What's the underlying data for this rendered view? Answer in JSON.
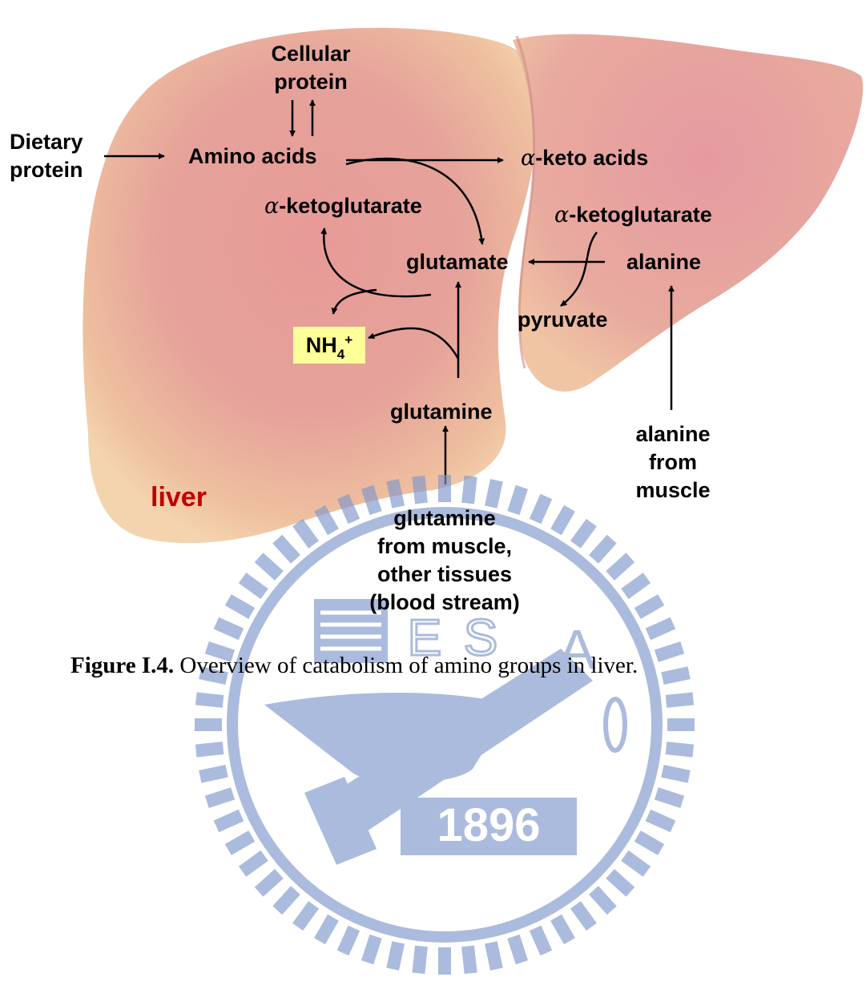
{
  "diagram": {
    "dietary_protein": "Dietary\nprotein",
    "cellular_protein": "Cellular\nprotein",
    "amino_acids": "Amino acids",
    "keto_acids": {
      "symbol": "α",
      "text": "-keto acids"
    },
    "akg_left": {
      "symbol": "α",
      "text": "-ketoglutarate"
    },
    "akg_right": {
      "symbol": "α",
      "text": "-ketoglutarate"
    },
    "glutamate": "glutamate",
    "alanine": "alanine",
    "pyruvate": "pyruvate",
    "nh4": {
      "base": "NH",
      "sub": "4",
      "sup": "+"
    },
    "glutamine": "glutamine",
    "alanine_from_muscle": "alanine\nfrom\nmuscle",
    "glutamine_from_muscle": "glutamine\nfrom muscle,\nother tissues\n(blood stream)",
    "liver": "liver"
  },
  "watermark": {
    "year": "1896",
    "letters": [
      "E",
      "S",
      "A"
    ]
  },
  "caption": {
    "label": "Figure I.4.",
    "text": " Overview of catabolism of amino groups in liver."
  },
  "colors": {
    "liver_tag": "#c00000",
    "watermark": "#7f97cc",
    "nh4_box": "#ffff99"
  }
}
